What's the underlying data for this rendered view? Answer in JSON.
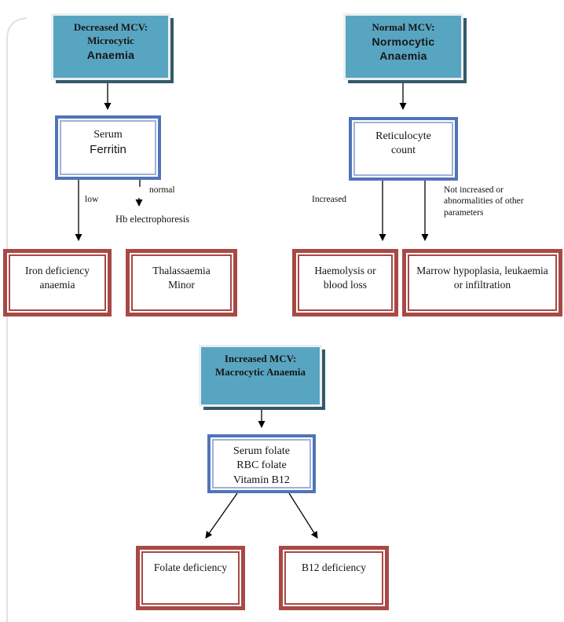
{
  "headers": {
    "microcytic": {
      "title": "Decreased MCV:",
      "sub1": "Microcytic",
      "sub2": "Anaemia"
    },
    "normocytic": {
      "title": "Normal MCV:",
      "sub1": "Normocytic",
      "sub2": "Anaemia"
    },
    "macrocytic": {
      "title": "Increased MCV:",
      "sub1": "Macrocytic Anaemia"
    }
  },
  "tests": {
    "ferritin": {
      "line1": "Serum",
      "line2": "Ferritin"
    },
    "reticulocyte": {
      "line1": "Reticulocyte",
      "line2": "count"
    },
    "folate": {
      "line1": "Serum folate",
      "line2": "RBC folate",
      "line3": "Vitamin B12"
    }
  },
  "outcomes": {
    "iron": "Iron deficiency anaemia",
    "thalassaemia": "Thalassaemia Minor",
    "haemolysis": "Haemolysis or blood loss",
    "marrow": "Marrow hypoplasia, leukaemia or infiltration",
    "folate_def": "Folate deficiency",
    "b12_def": "B12 deficiency"
  },
  "edge_labels": {
    "low": "low",
    "normal": "normal",
    "hb_electrophoresis": "Hb electrophoresis",
    "increased": "Increased",
    "not_increased": "Not increased or abnormalities of other parameters"
  },
  "colors": {
    "header_fill": "#58A5C1",
    "header_shadow": "#34586B",
    "test_border": "#4F74B9",
    "outcome_border": "#A84945",
    "arrow": "#000000"
  }
}
